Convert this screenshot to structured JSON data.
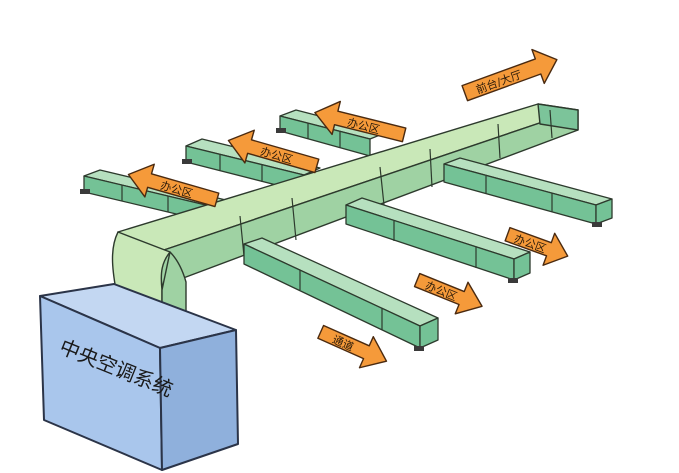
{
  "diagram": {
    "unit": {
      "label": "中央空调系统",
      "color": "#a9c6ec"
    },
    "duct_color": "#c9e8b8",
    "branch_color": "#7cc49a",
    "arrow_color": "#f59a3a",
    "arrows": [
      {
        "id": "reception",
        "label": "前台/大厅"
      },
      {
        "id": "office-1",
        "label": "办公区"
      },
      {
        "id": "office-2",
        "label": "办公区"
      },
      {
        "id": "office-3",
        "label": "办公区"
      },
      {
        "id": "office-4",
        "label": "办公区"
      },
      {
        "id": "office-5",
        "label": "办公区"
      },
      {
        "id": "corridor",
        "label": "通道"
      }
    ]
  }
}
